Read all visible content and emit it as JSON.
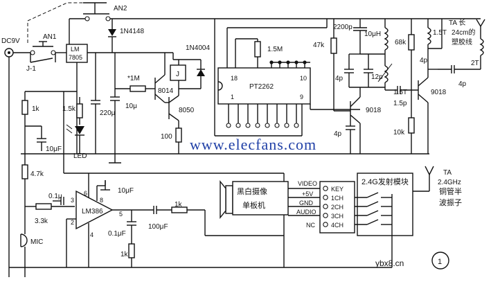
{
  "labels": {
    "dc9v": "DC9V",
    "an1": "AN1",
    "an2": "AN2",
    "j1": "J-1",
    "lm7805_a": "LM",
    "lm7805_b": "7805",
    "d1": "1N4148",
    "d2": "1N4004",
    "relay": "J",
    "r_1m_star": "*1M",
    "c_220u": "220μ",
    "c_10u_a": "10μ",
    "q_8014": "8014",
    "q_8050": "8050",
    "r_100": "100",
    "r_1_5m": "1.5M",
    "ic_pt2262": "PT2262",
    "pin18": "18",
    "pin1": "1",
    "pin10": "10",
    "pin9": "9",
    "c_2200p": "2200p",
    "r_47k": "47k",
    "c_10uh": "10μH",
    "r_68k": "68k",
    "l_1_5t_a": "1.5T",
    "l_1_5t_b": "1.5T",
    "c_4p_a": "4p",
    "c_12p": "12p",
    "c_4p_b": "4p",
    "q_9018_a": "9018",
    "q_9018_b": "9018",
    "c_1_5p": "1.5p",
    "c_4p_c": "4p",
    "c_4p_d": "4p",
    "r_10k": "10k",
    "ant_ta1": "TA 长",
    "ant_len": "24cm的",
    "ant_wire": "塑胶线",
    "ant_2t": "2T",
    "r_1k_a": "1k",
    "r_1_5k": "1.5k",
    "c_10uf_a": "10μF",
    "led": "LED",
    "r_4_7k": "4.7k",
    "c_0_1u_a": "0.1μ",
    "r_3_3k": "3.3k",
    "mic": "MIC",
    "ic_lm386": "LM386",
    "pin6": "6",
    "pin3": "3",
    "pin8": "8",
    "pin2": "2",
    "pin4": "4",
    "pin5": "5",
    "c_10uf_b": "10μF",
    "c_0_1uf_b": "0.1μF",
    "r_1k_b": "1k",
    "c_100uf": "100μF",
    "r_1k_c": "1k",
    "camera_a": "黑白摄像",
    "camera_b": "单板机",
    "sig_video": "VIDEO",
    "sig_5v": "+5V",
    "sig_gnd": "GND",
    "sig_audio": "AUDIO",
    "sig_nc": "NC",
    "tx_module": "2.4G发射模块",
    "pin_key": "KEY",
    "pin_1ch": "1CH",
    "pin_2ch": "2CH",
    "pin_3ch": "3CH",
    "pin_4ch": "4CH",
    "ant_ta2": "TA",
    "ant_24ghz": "2.4GHz",
    "ant_copper": "铜管半",
    "ant_dipole": "波振子",
    "watermark": "www.elecfans.com",
    "watermark2": "ybx8.cn",
    "fig_no": "1"
  }
}
